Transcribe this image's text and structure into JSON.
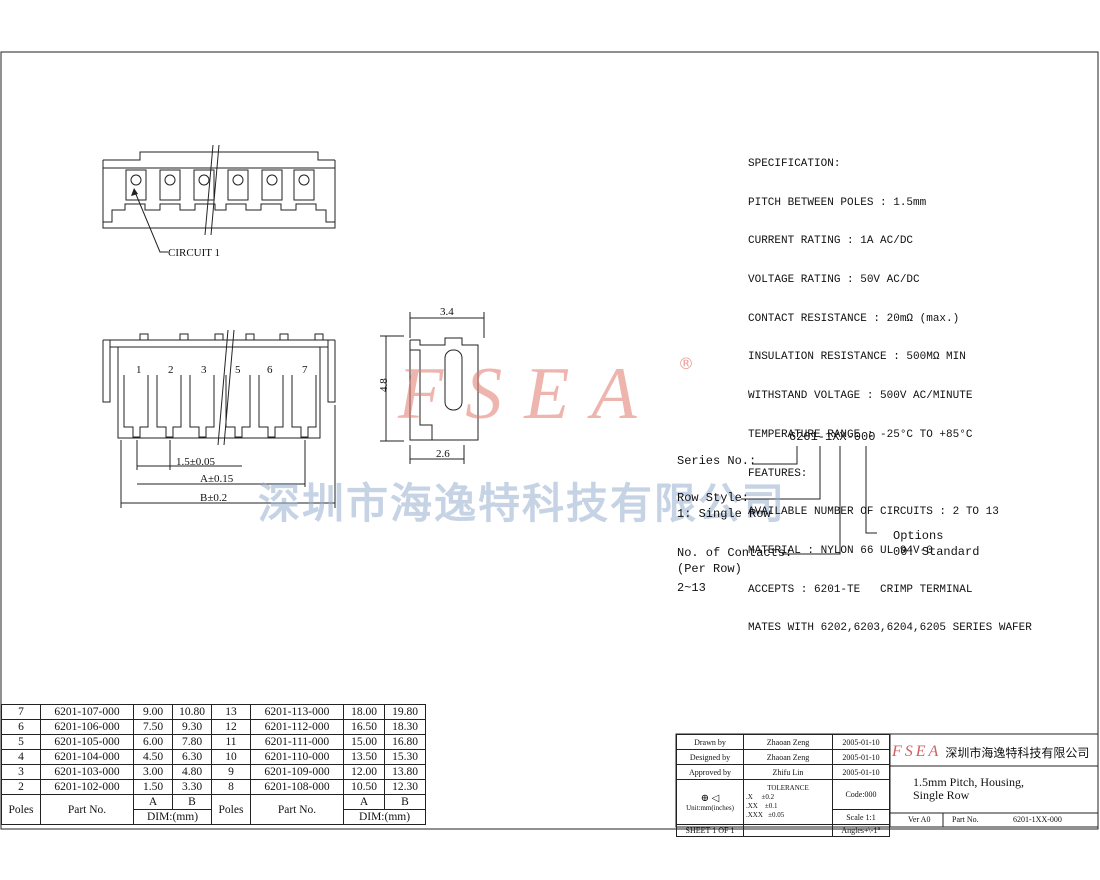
{
  "watermark": {
    "logo": "FSEA",
    "reg": "®",
    "company": "深圳市海逸特科技有限公司"
  },
  "spec_lines": [
    "SPECIFICATION:",
    "PITCH BETWEEN POLES : 1.5mm",
    "CURRENT RATING : 1A AC/DC",
    "VOLTAGE RATING : 50V AC/DC",
    "CONTACT RESISTANCE : 20mΩ (max.)",
    "INSULATION RESISTANCE : 500MΩ MIN",
    "WITHSTAND VOLTAGE : 500V AC/MINUTE",
    "TEMPERATURE RANGE : -25°C TO +85°C",
    "FEATURES:",
    "AVAILABLE NUMBER OF CIRCUITS : 2 TO 13",
    "MATERIAL : NYLON 66 UL 94V-0",
    "ACCEPTS : 6201-TE   CRIMP TERMINAL",
    "MATES WITH 6202,6203,6204,6205 SERIES WAFER"
  ],
  "drawing": {
    "circuit_label": "CIRCUIT 1",
    "pin_numbers": [
      "1",
      "2",
      "3",
      "5",
      "6",
      "7"
    ],
    "dim_pitch": "1.5±0.05",
    "dim_a": "A±0.15",
    "dim_b": "B±0.2",
    "side_width": "3.4",
    "side_height": "4.8",
    "side_bottom": "2.6"
  },
  "part_code": {
    "code": "6201-1XX-000",
    "series_label": "Series No.:",
    "row_style_label": "Row Style:",
    "row_style_value": "1: Single Row",
    "contacts_label": "No. of Contacts:",
    "contacts_sub": "(Per Row)",
    "contacts_range": "2~13",
    "options_label": "Options",
    "options_value": "00: Standard"
  },
  "parts_table": {
    "rows": [
      [
        "7",
        "6201-107-000",
        "9.00",
        "10.80",
        "13",
        "6201-113-000",
        "18.00",
        "19.80"
      ],
      [
        "6",
        "6201-106-000",
        "7.50",
        "9.30",
        "12",
        "6201-112-000",
        "16.50",
        "18.30"
      ],
      [
        "5",
        "6201-105-000",
        "6.00",
        "7.80",
        "11",
        "6201-111-000",
        "15.00",
        "16.80"
      ],
      [
        "4",
        "6201-104-000",
        "4.50",
        "6.30",
        "10",
        "6201-110-000",
        "13.50",
        "15.30"
      ],
      [
        "3",
        "6201-103-000",
        "3.00",
        "4.80",
        "9",
        "6201-109-000",
        "12.00",
        "13.80"
      ],
      [
        "2",
        "6201-102-000",
        "1.50",
        "3.30",
        "8",
        "6201-108-000",
        "10.50",
        "12.30"
      ]
    ],
    "h_poles": "Poles",
    "h_part": "Part No.",
    "h_a": "A",
    "h_b": "B",
    "h_dim": "DIM:(mm)"
  },
  "title_block": {
    "drawn_label": "Drawn   by",
    "drawn_name": "Zhaoan Zeng",
    "drawn_date": "2005-01-10",
    "designed_label": "Designed by",
    "designed_name": "Zhaoan Zeng",
    "designed_date": "2005-01-10",
    "approved_label": "Approved by",
    "approved_name": "Zhifu Lin",
    "approved_date": "2005-01-10",
    "tolerance_label": "TOLERANCE",
    "tol_x": ".X     ±0.2",
    "tol_xx": ".XX    ±0.1",
    "tol_xxx": ".XXX   ±0.05",
    "code": "Code:000",
    "scale": "Scale 1:1",
    "angles": "Angles+\\-1°",
    "units": "Unit:mm(inches)",
    "sheet": "SHEET 1 OF 1",
    "company_logo": "FSEA",
    "company_name": "深圳市海逸特科技有限公司",
    "title_line1": "1.5mm Pitch, Housing,",
    "title_line2": "Single Row",
    "ver": "Ver A0",
    "part_label": "Part No.",
    "part_no": "6201-1XX-000"
  }
}
